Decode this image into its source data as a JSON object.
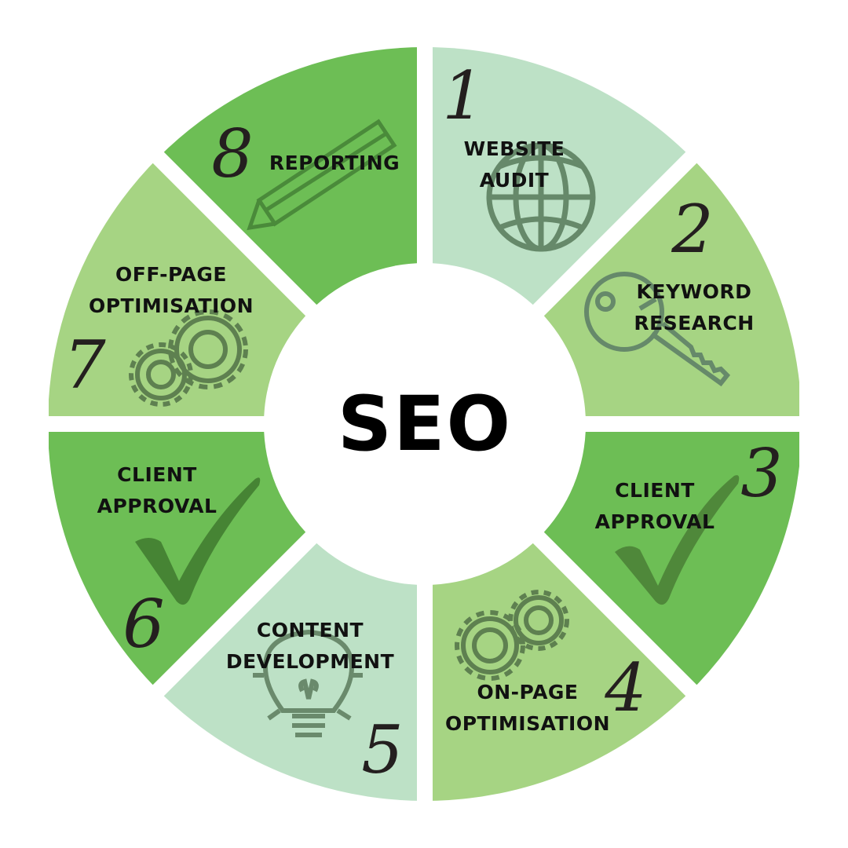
{
  "center": {
    "title": "SEO"
  },
  "colors": {
    "mint": "#BDE1C6",
    "light_green": "#A6D483",
    "green": "#6DBE55",
    "icon": "#5E7F5B",
    "icon_dark": "#3F7A2F",
    "text": "#111111"
  },
  "steps": [
    {
      "number": "1",
      "label_lines": [
        "WEBSITE",
        "AUDIT"
      ],
      "icon": "globe-icon",
      "color": "mint"
    },
    {
      "number": "2",
      "label_lines": [
        "KEYWORD",
        "RESEARCH"
      ],
      "icon": "key-icon",
      "color": "light_green"
    },
    {
      "number": "3",
      "label_lines": [
        "CLIENT",
        "APPROVAL"
      ],
      "icon": "checkmark-icon",
      "color": "green"
    },
    {
      "number": "4",
      "label_lines": [
        "ON-PAGE",
        "OPTIMISATION"
      ],
      "icon": "gears-icon",
      "color": "light_green"
    },
    {
      "number": "5",
      "label_lines": [
        "CONTENT",
        "DEVELOPMENT"
      ],
      "icon": "lightbulb-icon",
      "color": "mint"
    },
    {
      "number": "6",
      "label_lines": [
        "CLIENT",
        "APPROVAL"
      ],
      "icon": "checkmark-icon",
      "color": "green"
    },
    {
      "number": "7",
      "label_lines": [
        "OFF-PAGE",
        "OPTIMISATION"
      ],
      "icon": "gears-icon",
      "color": "light_green"
    },
    {
      "number": "8",
      "label_lines": [
        "REPORTING"
      ],
      "icon": "pencil-icon",
      "color": "green"
    }
  ]
}
